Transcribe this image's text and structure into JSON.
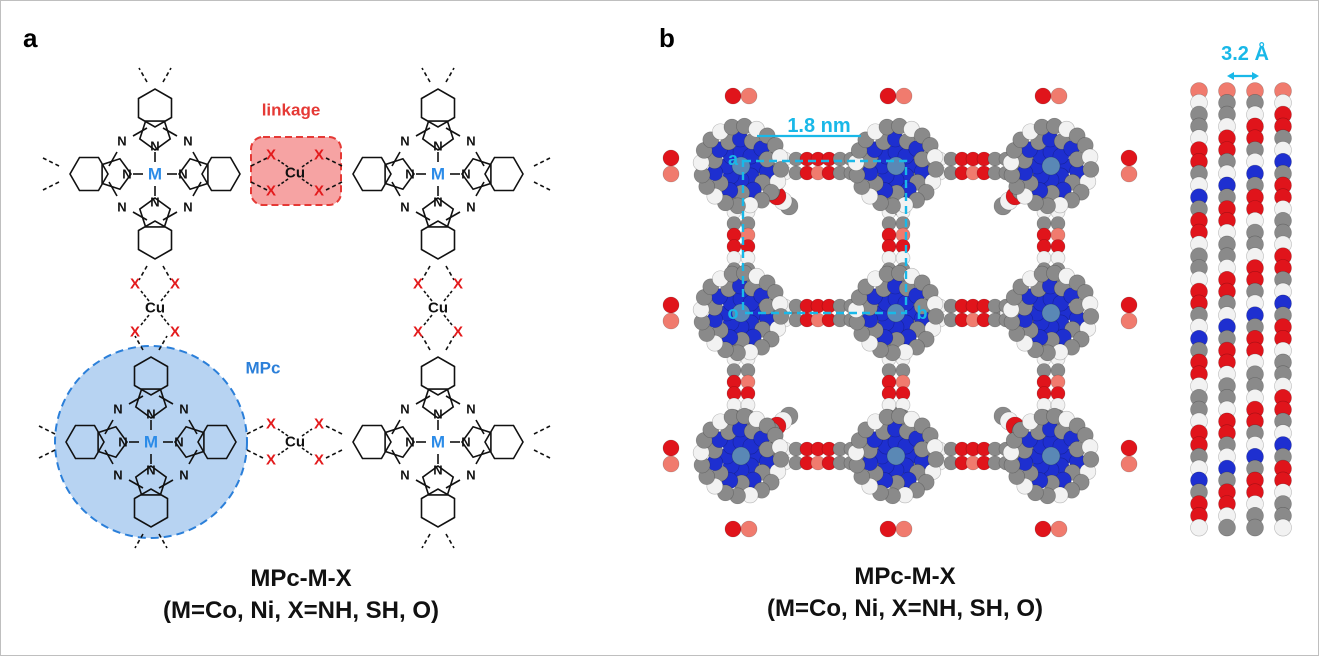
{
  "panel_a": {
    "label": "a",
    "linkage_label": "linkage",
    "mpc_label": "MPc",
    "metal": "M",
    "center_metal": "Cu",
    "hetero_atom": "X",
    "nitrogen": "N",
    "caption_line1": "MPc-M-X",
    "caption_line2": "(M=Co, Ni, X=NH, SH, O)"
  },
  "panel_b": {
    "label": "b",
    "pore_size": "1.8 nm",
    "interlayer_spacing": "3.2 Å",
    "axis_a": "a",
    "axis_b": "b",
    "axis_o": "o",
    "caption_line1": "MPc-M-X",
    "caption_line2": "(M=Co, Ni, X=NH, SH, O)"
  },
  "colors": {
    "linkage_fill": "#f6a3a3",
    "linkage_stroke": "#e53935",
    "mpc_fill": "#b7d3f2",
    "mpc_stroke": "#2b7fd9",
    "metal_text": "#2b8be8",
    "x_text": "#e31a1c",
    "cyan": "#19b8e8",
    "carbon": "#8a8a8a",
    "nitrogen_atom": "#1e2fd0",
    "oxygen_atom": "#e0141b",
    "hydrogen_atom": "#f2f2f2",
    "copper_atom": "#f07b6e",
    "metal_atom": "#5a88b5"
  }
}
